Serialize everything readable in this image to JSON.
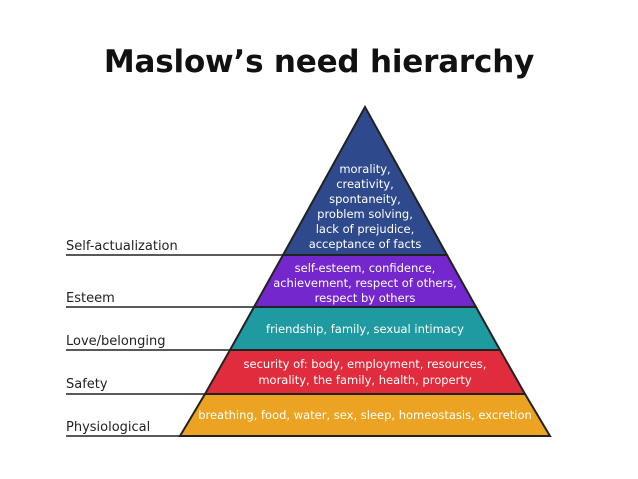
{
  "title": "Maslow’s need hierarchy",
  "colors": {
    "self_actualization": "#2f4a8c",
    "esteem": "#7427cc",
    "love_belonging": "#1e9aa0",
    "safety": "#e12c3e",
    "physiological": "#eba321",
    "outline": "#222222"
  },
  "levels": {
    "self_actualization": {
      "label": "Self-actualization",
      "lines": [
        "morality,",
        "creativity,",
        "spontaneity,",
        "problem solving,",
        "lack of prejudice,",
        "acceptance of facts"
      ]
    },
    "esteem": {
      "label": "Esteem",
      "lines": [
        "self-esteem, confidence,",
        "achievement, respect of others,",
        "respect by others"
      ]
    },
    "love_belonging": {
      "label": "Love/belonging",
      "lines": [
        "friendship, family, sexual intimacy"
      ]
    },
    "safety": {
      "label": "Safety",
      "lines": [
        "security of: body, employment, resources,",
        "morality, the family, health, property"
      ]
    },
    "physiological": {
      "label": "Physiological",
      "lines": [
        "breathing, food, water, sex, sleep, homeostasis, excretion"
      ]
    }
  }
}
